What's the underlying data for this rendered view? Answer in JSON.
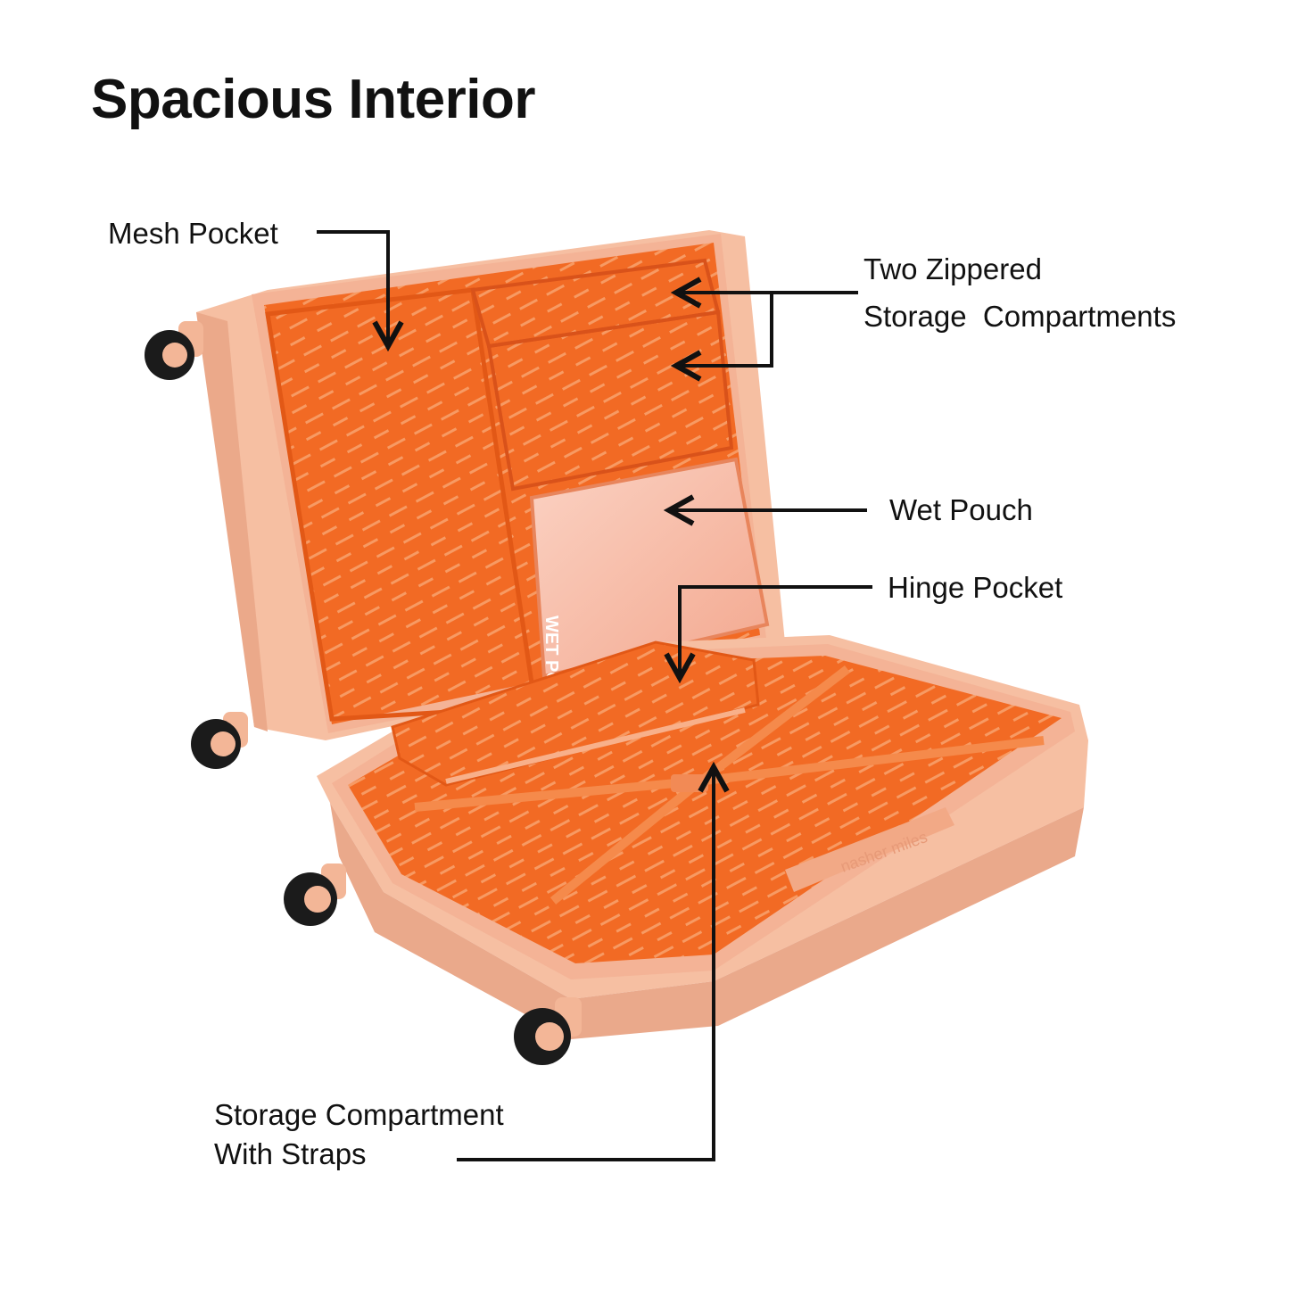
{
  "title": "Spacious Interior",
  "callouts": {
    "mesh_pocket": "Mesh Pocket",
    "zippered": [
      "Two Zippered",
      "Storage  Compartments"
    ],
    "wet_pouch": "Wet Pouch",
    "hinge_pocket": "Hinge Pocket",
    "storage_straps": [
      "Storage Compartment",
      "With Straps"
    ]
  },
  "imprints": {
    "pouch_text": "WET POUCH",
    "brand": "nasher miles"
  },
  "colors": {
    "shell": "#f6bfa2",
    "shell_shadow": "#e9a98a",
    "lining": "#f26a24",
    "lining_stripe": "#f79a63",
    "pouch": "#f8c3b2",
    "wheel": "#1b1b1b",
    "hub": "#f3b697",
    "line": "#111111"
  }
}
